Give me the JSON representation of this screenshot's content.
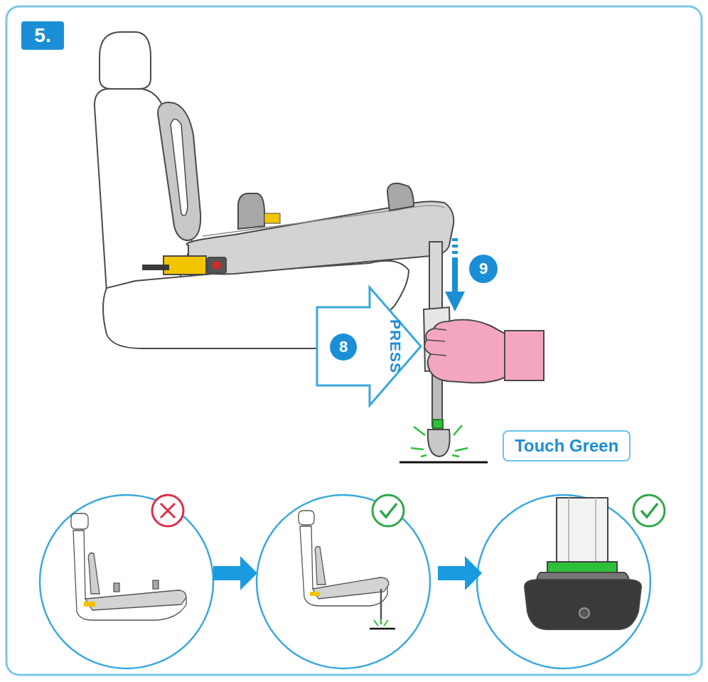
{
  "diagram": {
    "nodes": [
      {
        "text": [
          "5."
        ]
      },
      {
        "text": [
          "PRESS"
        ]
      },
      {
        "text": [
          "8"
        ],
        "in": 1
      },
      {
        "text": [
          "9"
        ]
      },
      {
        "text": [
          "Touch Green"
        ]
      }
    ]
  }
}
